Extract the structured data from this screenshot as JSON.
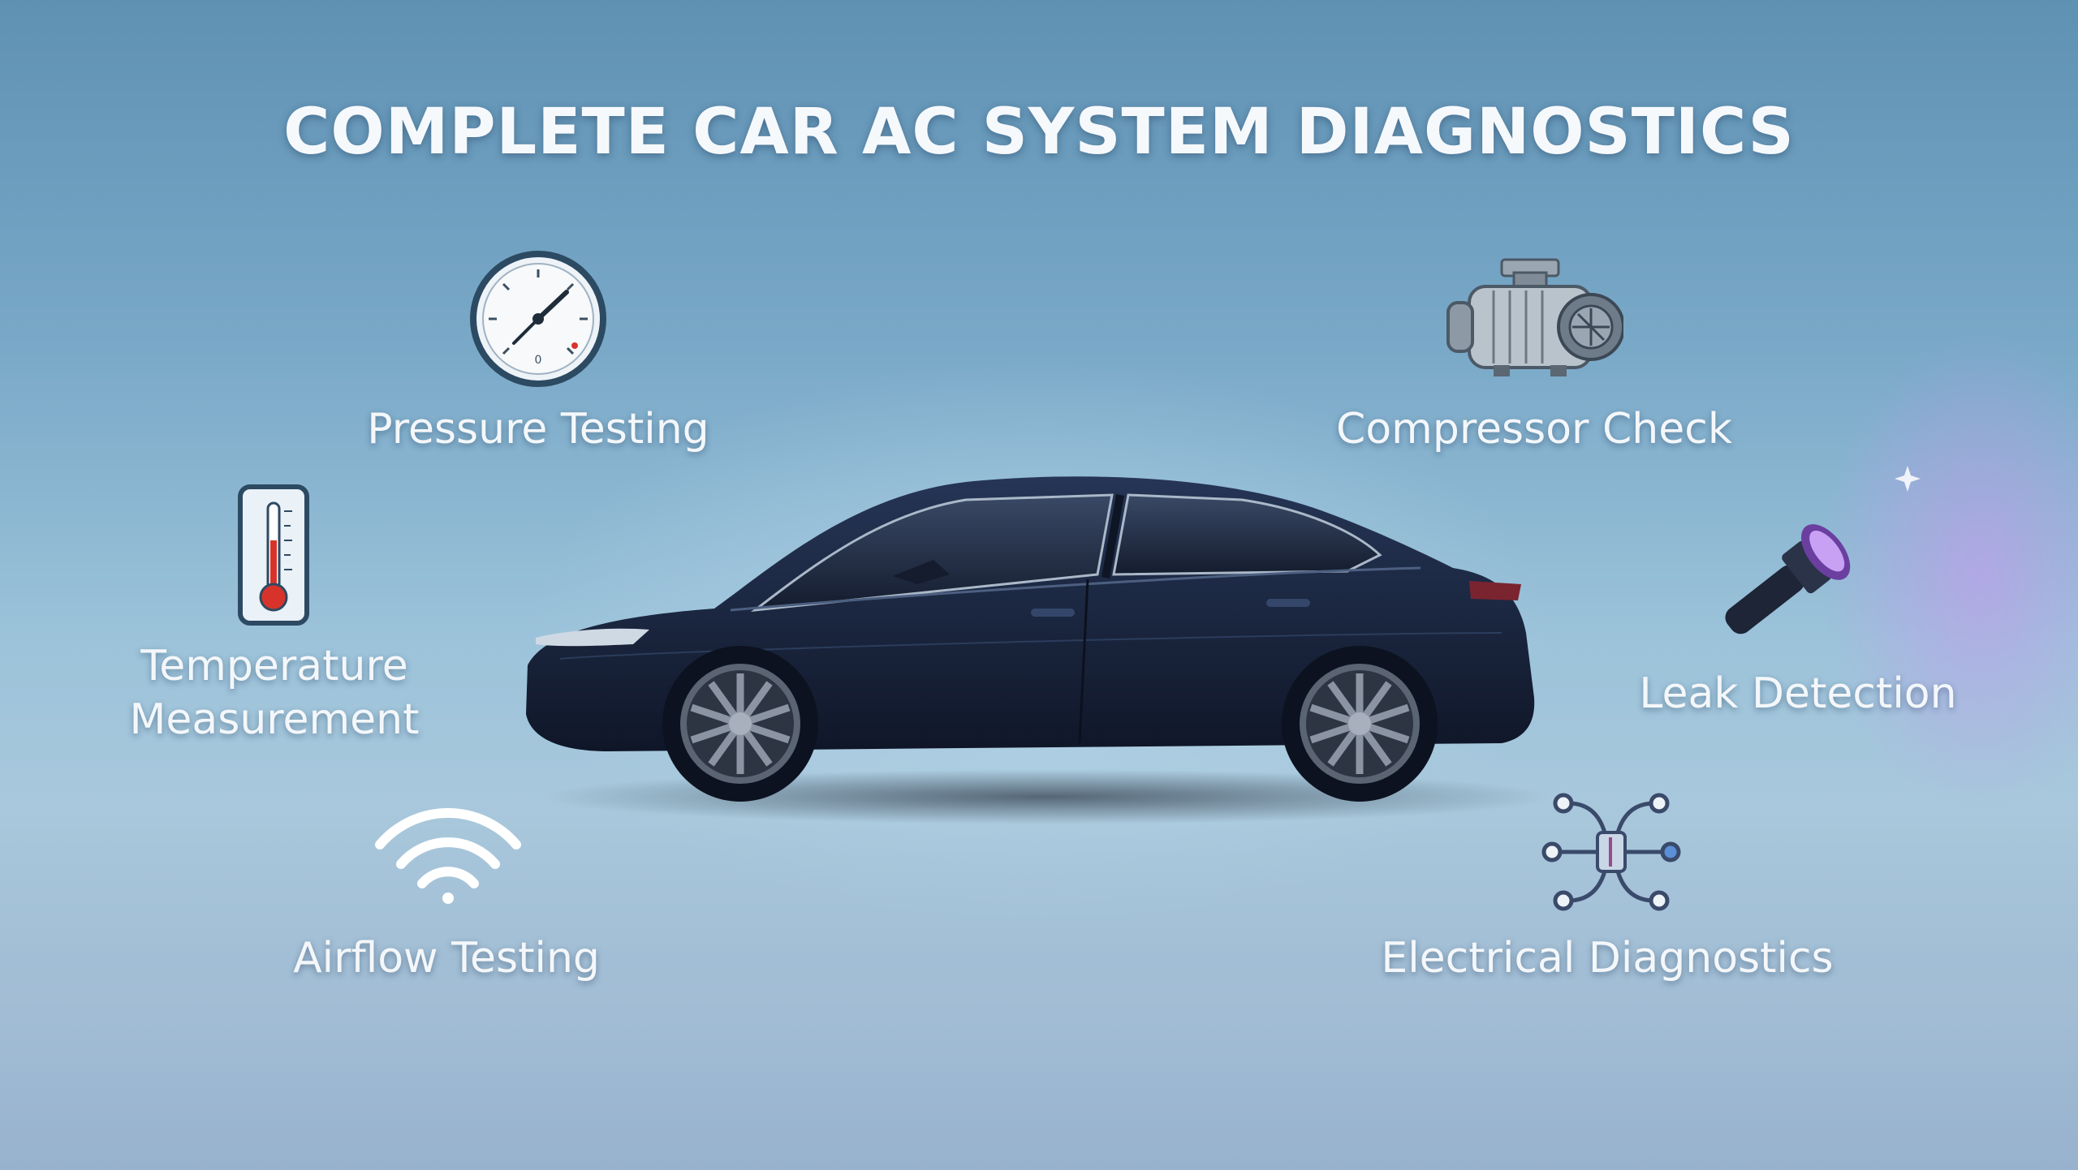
{
  "title": "COMPLETE CAR AC SYSTEM DIAGNOSTICS",
  "features": {
    "pressure": {
      "label": "Pressure Testing",
      "icon": "pressure-gauge-icon"
    },
    "compressor": {
      "label": "Compressor Check",
      "icon": "compressor-icon"
    },
    "temperature": {
      "label_line1": "Temperature",
      "label_line2": "Measurement",
      "icon": "thermometer-icon"
    },
    "leak": {
      "label": "Leak Detection",
      "icon": "uv-flashlight-icon"
    },
    "airflow": {
      "label": "Airflow Testing",
      "icon": "wifi-airflow-icon"
    },
    "electrical": {
      "label": "Electrical Diagnostics",
      "icon": "circuit-icon"
    }
  },
  "colors": {
    "background_top": "#5f91b3",
    "background_mid": "#9cc3da",
    "car_body": "#1b2740",
    "uv_light": "#c28cf0",
    "thermometer_red": "#d8332a"
  }
}
